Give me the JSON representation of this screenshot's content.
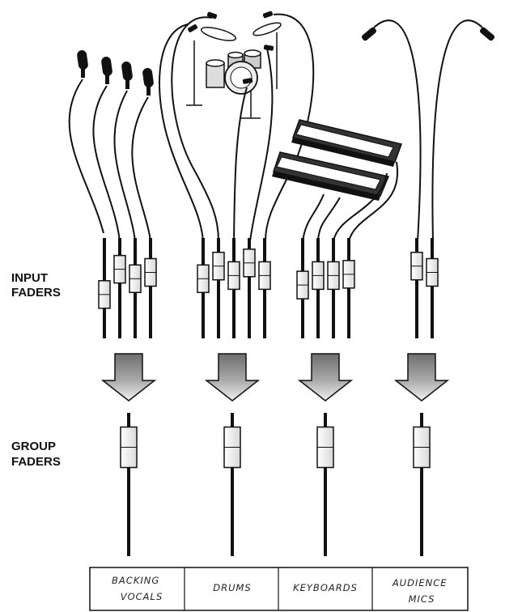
{
  "labels": {
    "input_faders": [
      "INPUT",
      "FADERS"
    ],
    "group_faders": [
      "GROUP",
      "FADERS"
    ]
  },
  "groups": [
    {
      "id": "backing-vocals",
      "label_lines": [
        "BACKING",
        "VOCALS"
      ],
      "input_levels": [
        0.4,
        0.8,
        0.65,
        0.75
      ]
    },
    {
      "id": "drums",
      "label_lines": [
        "DRUMS"
      ],
      "input_levels": [
        0.65,
        0.85,
        0.7,
        0.9,
        0.7
      ]
    },
    {
      "id": "keyboards",
      "label_lines": [
        "KEYBOARDS"
      ],
      "input_levels": [
        0.55,
        0.7,
        0.7,
        0.72
      ]
    },
    {
      "id": "audience-mics",
      "label_lines": [
        "AUDIENCE",
        "MICS"
      ],
      "input_levels": [
        0.85,
        0.75
      ]
    }
  ],
  "group_fader_levels": [
    0.9,
    0.9,
    0.9,
    0.9
  ],
  "colors": {
    "ink": "#111111",
    "arrow_fill": "#8c8c8c",
    "arrow_light": "#e8e8e8",
    "cap": "#ffffff"
  }
}
